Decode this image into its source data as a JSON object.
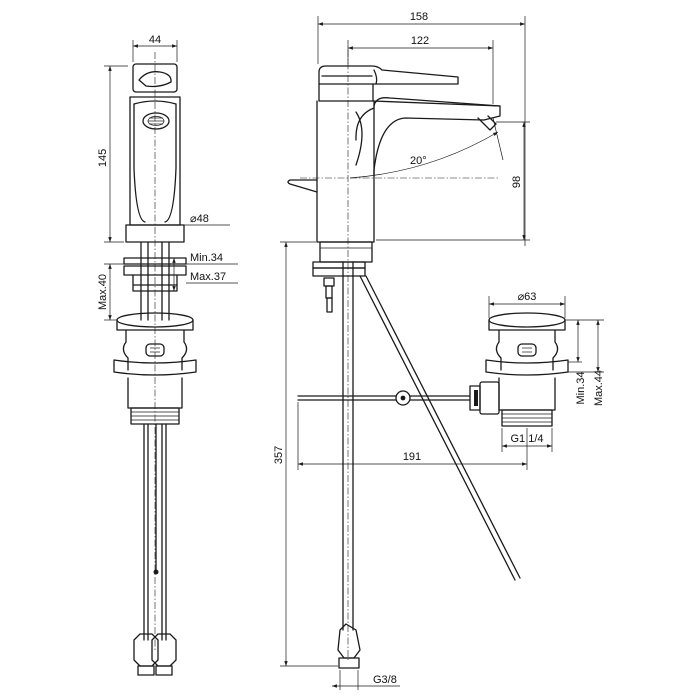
{
  "dimensions": {
    "body_width": "44",
    "body_height": "145",
    "body_diameter": "⌀48",
    "min_deck": "Min.34",
    "max_deck": "Max.37",
    "max_40": "Max.40",
    "overall_reach": "158",
    "spout_reach": "122",
    "spout_angle": "20°",
    "spout_height": "98",
    "hose_length": "357",
    "waste_diameter": "⌀63",
    "waste_min": "Min.34",
    "waste_max": "Max.44",
    "waste_thread": "G1 1/4",
    "rod_length": "191",
    "hose_thread": "G3/8"
  }
}
